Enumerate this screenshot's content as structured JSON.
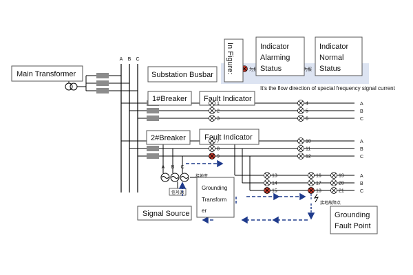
{
  "labels": {
    "main_transformer": "Main Transformer",
    "substation_busbar": "Substation Busbar",
    "breaker1": "1#Breaker",
    "breaker2": "2#Breaker",
    "fault_indicator_1": "Fault Indicator",
    "fault_indicator_2": "Fault Indicator",
    "signal_source": "Signal Source",
    "grounding_transformer": [
      "Grounding",
      "Transform",
      "er"
    ],
    "grounding_fault_point": [
      "Grounding",
      "Fault Point"
    ],
    "in_figure": "In Figure:",
    "indicator_alarming": [
      "Indicator",
      "Alarming",
      "Status"
    ],
    "indicator_normal": [
      "Indicator",
      "Normal",
      "Status"
    ],
    "flow_caption": "It's the flow direction of special frequency signal current",
    "source_box_cn": "信号源",
    "grounding_cn": "接地变",
    "fault_point_cn": "接地故障点",
    "legend_cn_1": "为报",
    "legend_cn_2": "为报"
  },
  "phases": [
    "A",
    "B",
    "C"
  ],
  "indicator_numbers": [
    "1",
    "2",
    "3",
    "4",
    "5",
    "6",
    "7",
    "8",
    "9",
    "10",
    "11",
    "12",
    "13",
    "14",
    "15",
    "16",
    "17",
    "18",
    "19",
    "20",
    "21"
  ],
  "alarming_indicators": [
    "9",
    "15",
    "18"
  ],
  "colors": {
    "line": "#000000",
    "arrow": "#1f3b8c",
    "alarm_fill": "#c0392b",
    "breaker_fill": "#8c8c8c",
    "legend_bg": "#dde4f2"
  }
}
